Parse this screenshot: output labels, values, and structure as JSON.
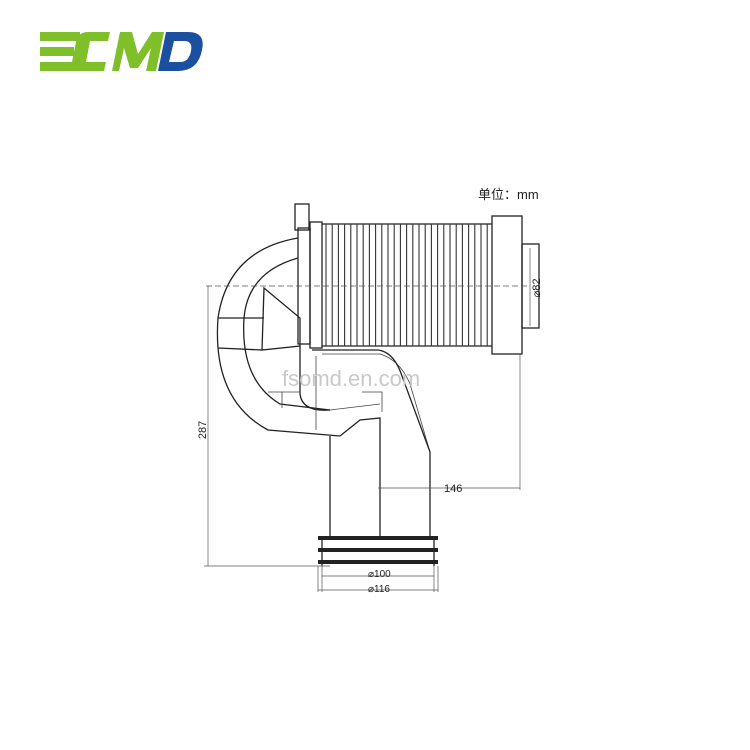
{
  "brand": {
    "logo_text": "CMD",
    "colors": {
      "green": "#7fbf2a",
      "blue": "#1b4fa0"
    }
  },
  "drawing": {
    "unit_label": "单位：mm",
    "watermark": "fsomd.en.com",
    "dimensions": {
      "height": "287",
      "offset": "146",
      "diameter_inlet": "⌀82",
      "diameter_outlet_inner": "⌀100",
      "diameter_outlet_outer": "⌀116"
    }
  }
}
